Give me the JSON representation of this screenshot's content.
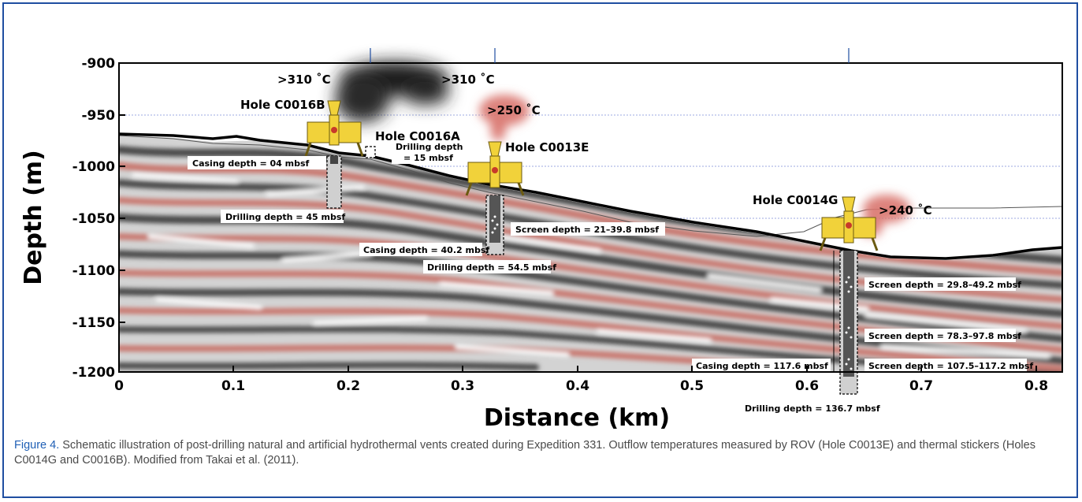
{
  "figure": {
    "y_axis_label": "Depth (m)",
    "x_axis_label": "Distance (km)",
    "y_ticks": [
      "-900",
      "-950",
      "-1000",
      "-1050",
      "-1100",
      "-1150",
      "-1200"
    ],
    "x_ticks": [
      "0",
      "0.1",
      "0.2",
      "0.3",
      "0.4",
      "0.5",
      "0.6",
      "0.7",
      "0.8"
    ],
    "temperatures": {
      "t1": ">310 ˚C",
      "t2": ">310 ˚C",
      "t3": ">250 ˚C",
      "t4": ">240 ˚C"
    },
    "holes": {
      "c0016b": "Hole C0016B",
      "c0016a": "Hole C0016A",
      "c0013e": "Hole C0013E",
      "c0014g": "Hole C0014G"
    },
    "annotations": {
      "c0016a_drill_1": "Drilling depth",
      "c0016a_drill_2": "= 15 mbsf",
      "c0016b_casing": "Casing depth = 04 mbsf",
      "c0016b_drill": "Drilling depth = 45 mbsf",
      "c0013e_screen": "Screen depth = 21–39.8 mbsf",
      "c0013e_casing": "Casing depth = 40.2 mbsf",
      "c0013e_drill": "Drilling depth = 54.5 mbsf",
      "c0014g_screen1": "Screen depth = 29.8–49.2 mbsf",
      "c0014g_screen2": "Screen depth = 78.3–97.8 mbsf",
      "c0014g_screen3": "Screen depth = 107.5–117.2 mbsf",
      "c0014g_casing": "Casing depth = 117.6 mbsf",
      "c0014g_drill": "Drilling depth = 136.7 mbsf"
    },
    "colors": {
      "seismic_red": "#c9786f",
      "seismic_dark": "#4a4a4a",
      "platform_yellow": "#f1d23a",
      "plume_red": "#d9756e",
      "plume_black": "#1f1f1f",
      "frame_blue": "#1f4ea1"
    }
  },
  "caption": {
    "label": "Figure 4.",
    "text": " Schematic illustration of post-drilling natural and artificial hydrothermal vents created during Expedition 331. Outflow temperatures measured by ROV (Hole C0013E) and thermal stickers (Holes C0014G and C0016B). Modified from Takai et al. (2011)."
  }
}
